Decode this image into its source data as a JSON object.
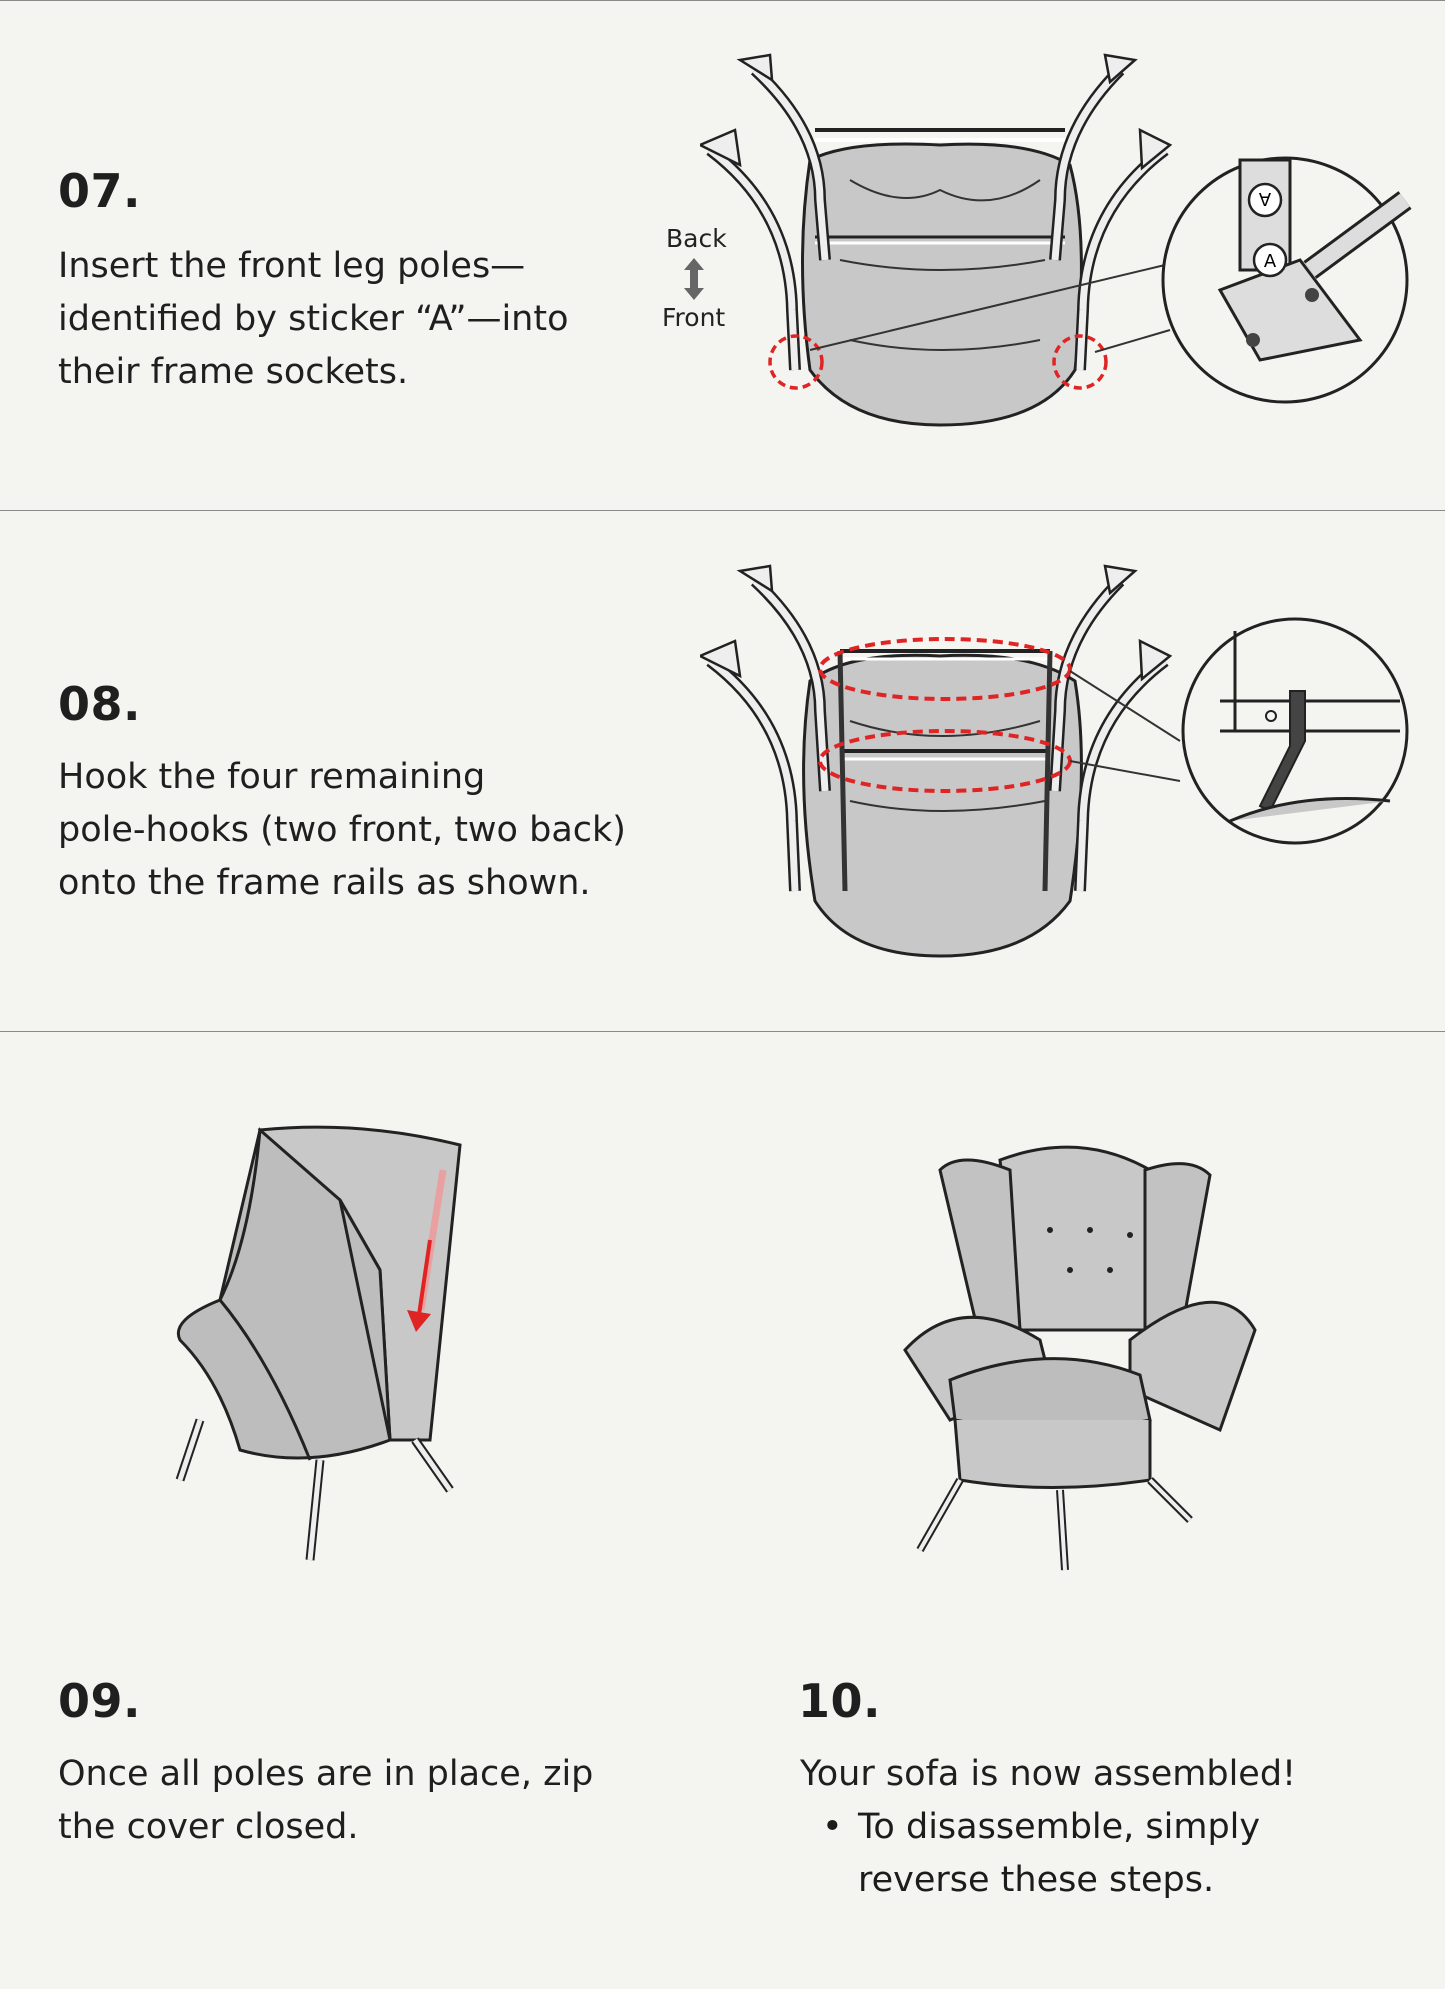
{
  "steps": [
    {
      "number": "07.",
      "text": "Insert the front leg poles—\nidentified by sticker “A”—into\ntheir frame sockets.",
      "direction": {
        "back": "Back",
        "front": "Front"
      },
      "sticker_label": "A"
    },
    {
      "number": "08.",
      "text": "Hook the four remaining\npole-hooks (two front, two back)\nonto the frame rails as shown."
    },
    {
      "number": "09.",
      "text": "Once all poles are in place, zip\nthe cover closed."
    },
    {
      "number": "10.",
      "text": "Your sofa is now assembled!",
      "bullets": [
        "To disassemble, simply\nreverse these steps."
      ]
    }
  ],
  "colors": {
    "highlight": "#e02424",
    "fabric": "#c8c8c8",
    "line": "#222222"
  },
  "icons": [
    "up-down-arrow-icon",
    "magnify-callout-icon",
    "zip-arrow-icon"
  ]
}
